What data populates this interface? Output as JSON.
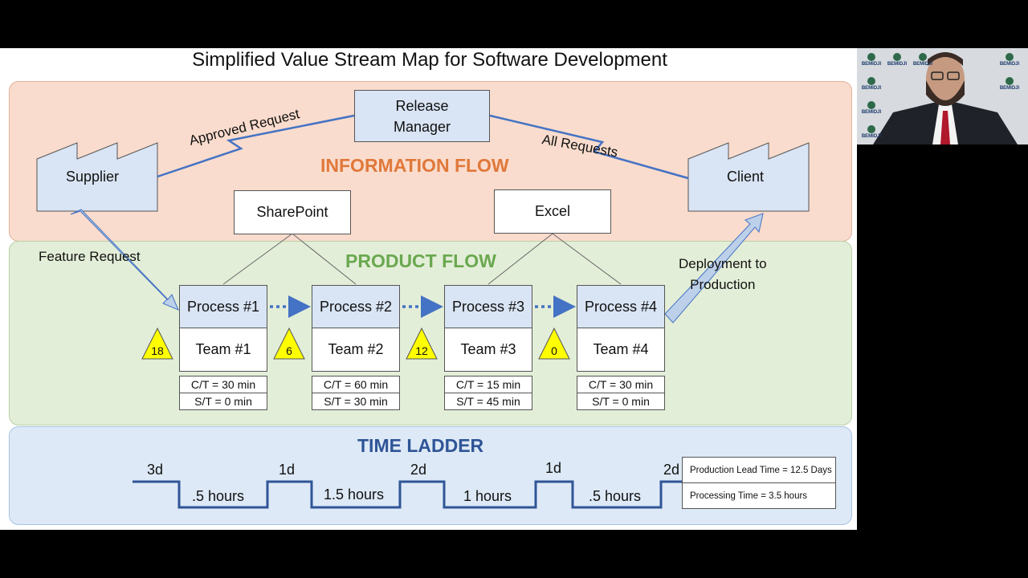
{
  "title": "Simplified Value Stream Map for Software Development",
  "sections": {
    "information_flow": "INFORMATION FLOW",
    "product_flow": "PRODUCT FLOW",
    "time_ladder": "TIME LADDER"
  },
  "colors": {
    "info_band": "#f9dccd",
    "product_band": "#e3eed8",
    "time_band": "#dde9f6",
    "info_title": "#e0783a",
    "product_title": "#6aa84f",
    "time_title": "#2f5597",
    "line": "#4472c4",
    "ladder": "#2f5597",
    "inventory": "#ffff00"
  },
  "entities": {
    "supplier": "Supplier",
    "client": "Client",
    "release_manager_line1": "Release",
    "release_manager_line2": "Manager",
    "sharepoint": "SharePoint",
    "excel": "Excel"
  },
  "flows": {
    "approved_request": "Approved Request",
    "all_requests": "All Requests",
    "feature_request": "Feature Request",
    "deployment_line1": "Deployment to",
    "deployment_line2": "Production"
  },
  "processes": [
    {
      "name": "Process #1",
      "team": "Team #1",
      "ct": "C/T = 30 min",
      "st": "S/T = 0 min"
    },
    {
      "name": "Process #2",
      "team": "Team #2",
      "ct": "C/T = 60 min",
      "st": "S/T = 30 min"
    },
    {
      "name": "Process #3",
      "team": "Team #3",
      "ct": "C/T = 15 min",
      "st": "S/T = 45 min"
    },
    {
      "name": "Process #4",
      "team": "Team #4",
      "ct": "C/T = 30 min",
      "st": "S/T = 0 min"
    }
  ],
  "inventory": [
    "18",
    "6",
    "12",
    "0"
  ],
  "ladder": {
    "waits": [
      "3d",
      "1d",
      "2d",
      "1d",
      "2d"
    ],
    "processing": [
      ".5 hours",
      "1.5 hours",
      "1 hours",
      ".5 hours"
    ]
  },
  "summary": {
    "lead_time": "Production  Lead Time = 12.5 Days",
    "processing_time": "Processing  Time = 3.5 hours"
  },
  "webcam": {
    "logo_text": "BEMIDJI"
  }
}
